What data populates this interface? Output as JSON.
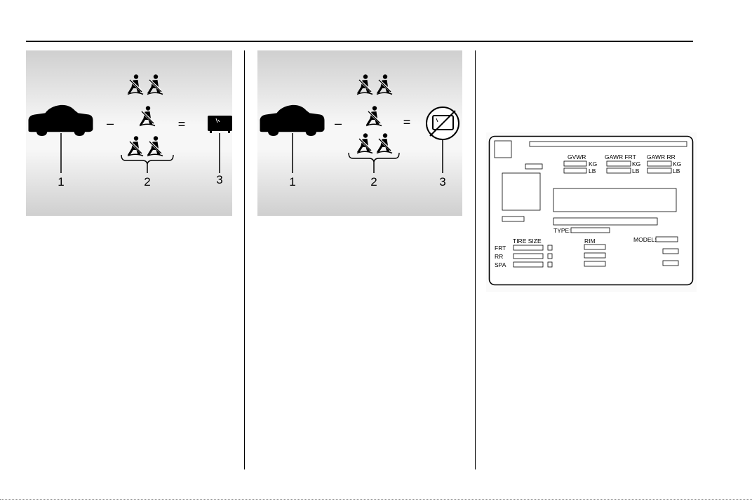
{
  "figure1": {
    "callouts": [
      "1",
      "2",
      "3"
    ],
    "minus": "–",
    "equals": "="
  },
  "figure2": {
    "callouts": [
      "1",
      "2",
      "3"
    ],
    "minus": "–",
    "equals": "="
  },
  "label": {
    "gvwr": "GVWR",
    "gawr_frt": "GAWR FRT",
    "gawr_rr": "GAWR RR",
    "kg": "KG",
    "lb": "LB",
    "type": "TYPE:",
    "model": "MODEL:",
    "tire_size": "TIRE SIZE",
    "rim": "RIM",
    "rows": [
      "FRT",
      "RR",
      "SPA"
    ]
  }
}
